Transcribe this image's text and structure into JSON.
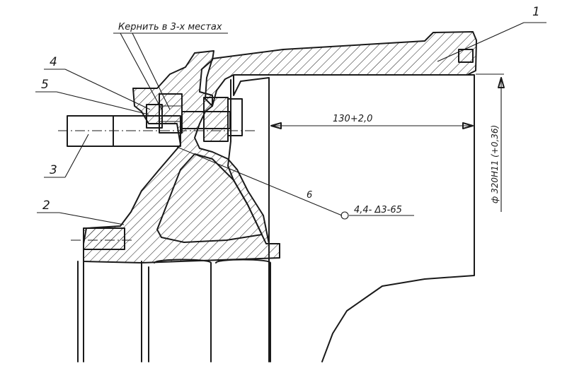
{
  "drawing": {
    "annotations": {
      "note_top": "Кернить в 3-х местах",
      "dimension_length": "130+2,0",
      "dimension_diameter": "ф 320Н11 (+0,36)",
      "weld_symbol": "4,4- Δ3-65"
    },
    "callouts": [
      "1",
      "2",
      "3",
      "4",
      "5",
      "6"
    ]
  }
}
